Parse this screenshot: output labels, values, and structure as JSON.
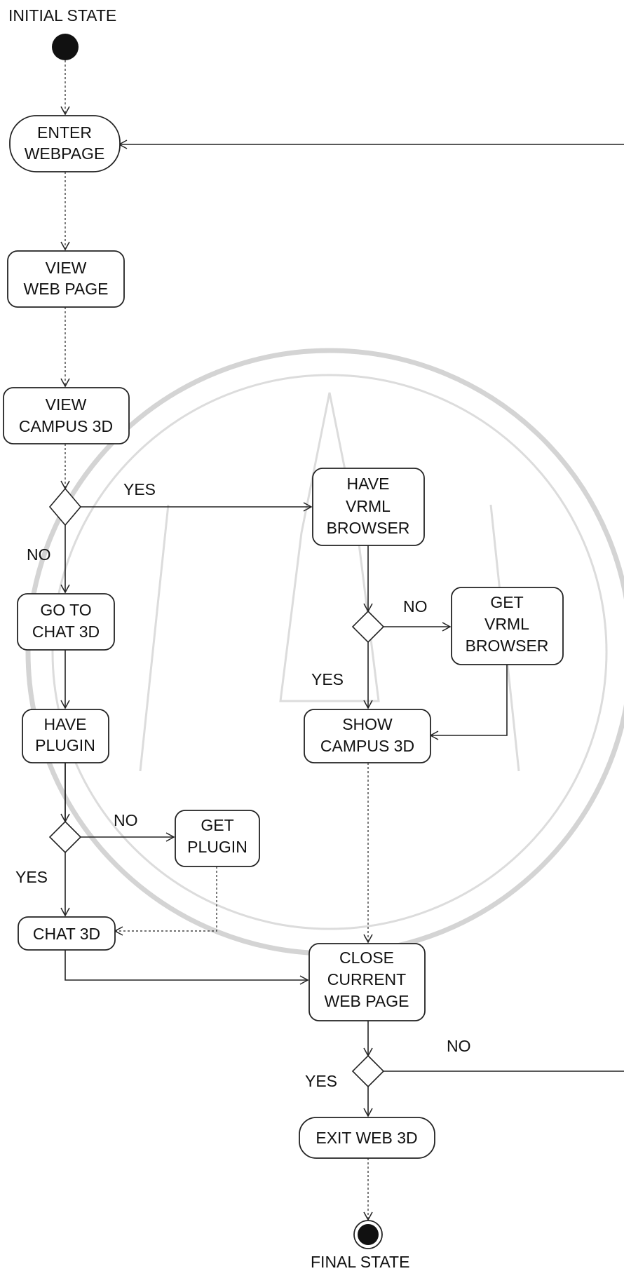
{
  "diagram": {
    "initial_label": "INITIAL STATE",
    "final_label": "FINAL STATE",
    "nodes": {
      "enter_webpage": [
        "ENTER",
        "WEBPAGE"
      ],
      "view_web_page": [
        "VIEW",
        "WEB PAGE"
      ],
      "view_campus_3d": [
        "VIEW",
        "CAMPUS 3D"
      ],
      "have_vrml_browser": [
        "HAVE",
        "VRML",
        "BROWSER"
      ],
      "go_to_chat_3d": [
        "GO TO",
        "CHAT 3D"
      ],
      "get_vrml_browser": [
        "GET",
        "VRML",
        "BROWSER"
      ],
      "have_plugin": [
        "HAVE",
        "PLUGIN"
      ],
      "show_campus_3d": [
        "SHOW",
        "CAMPUS 3D"
      ],
      "get_plugin": [
        "GET",
        "PLUGIN"
      ],
      "chat_3d": [
        "CHAT 3D"
      ],
      "close_current_web_page": [
        "CLOSE",
        "CURRENT",
        "WEB PAGE"
      ],
      "exit_web_3d": [
        "EXIT WEB 3D"
      ]
    },
    "guards": {
      "d1_yes": "YES",
      "d1_no": "NO",
      "d2_no": "NO",
      "d2_yes": "YES",
      "d3_no": "NO",
      "d3_yes": "YES",
      "d4_no": "NO",
      "d4_yes": "YES"
    }
  }
}
